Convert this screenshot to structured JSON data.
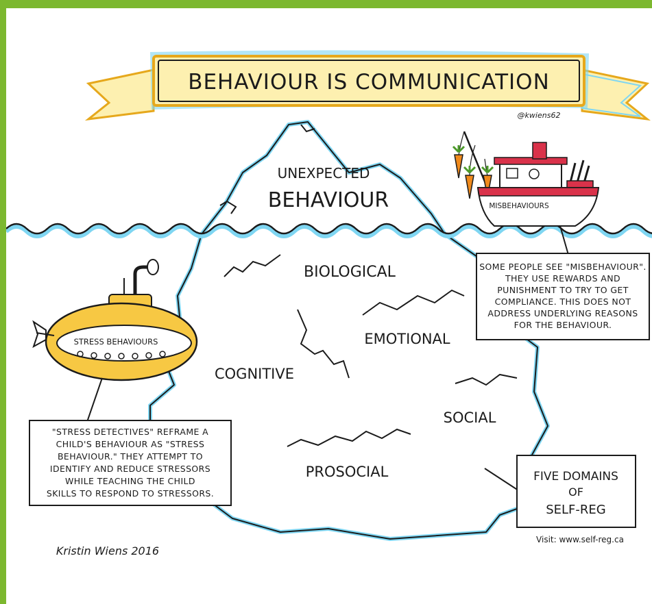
{
  "colors": {
    "frame": "#7cb82f",
    "banner": "#fdf0b0",
    "banner_edge": "#e6a81c",
    "water": "#7fd6f2",
    "submarine": "#f7c843",
    "boat_red": "#d9324a",
    "carrot": "#f08a1c"
  },
  "banner": {
    "title": "BEHAVIOUR IS COMMUNICATION",
    "handle": "@kwiens62"
  },
  "iceberg": {
    "tip": [
      "UNEXPECTED",
      "BEHAVIOUR"
    ],
    "domains": [
      "BIOLOGICAL",
      "EMOTIONAL",
      "COGNITIVE",
      "SOCIAL",
      "PROSOCIAL"
    ]
  },
  "boat": {
    "label": "MISBEHAVIOURS",
    "note": [
      "SOME PEOPLE SEE \"MISBEHAVIOUR\".",
      "THEY USE REWARDS AND",
      "PUNISHMENT TO TRY TO GET",
      "COMPLIANCE. THIS DOES NOT",
      "ADDRESS UNDERLYING REASONS",
      "FOR THE BEHAVIOUR."
    ]
  },
  "submarine": {
    "label": "STRESS BEHAVIOURS",
    "note": [
      "\"STRESS DETECTIVES\" REFRAME A",
      "CHILD'S BEHAVIOUR AS \"STRESS",
      "BEHAVIOUR.\" THEY ATTEMPT TO",
      "IDENTIFY AND REDUCE STRESSORS",
      "WHILE TEACHING THE CHILD",
      "SKILLS TO RESPOND TO STRESSORS."
    ]
  },
  "domains_box": [
    "FIVE DOMAINS",
    "OF",
    "SELF-REG"
  ],
  "signature": "Kristin Wiens 2016",
  "visit": "Visit: www.self-reg.ca"
}
